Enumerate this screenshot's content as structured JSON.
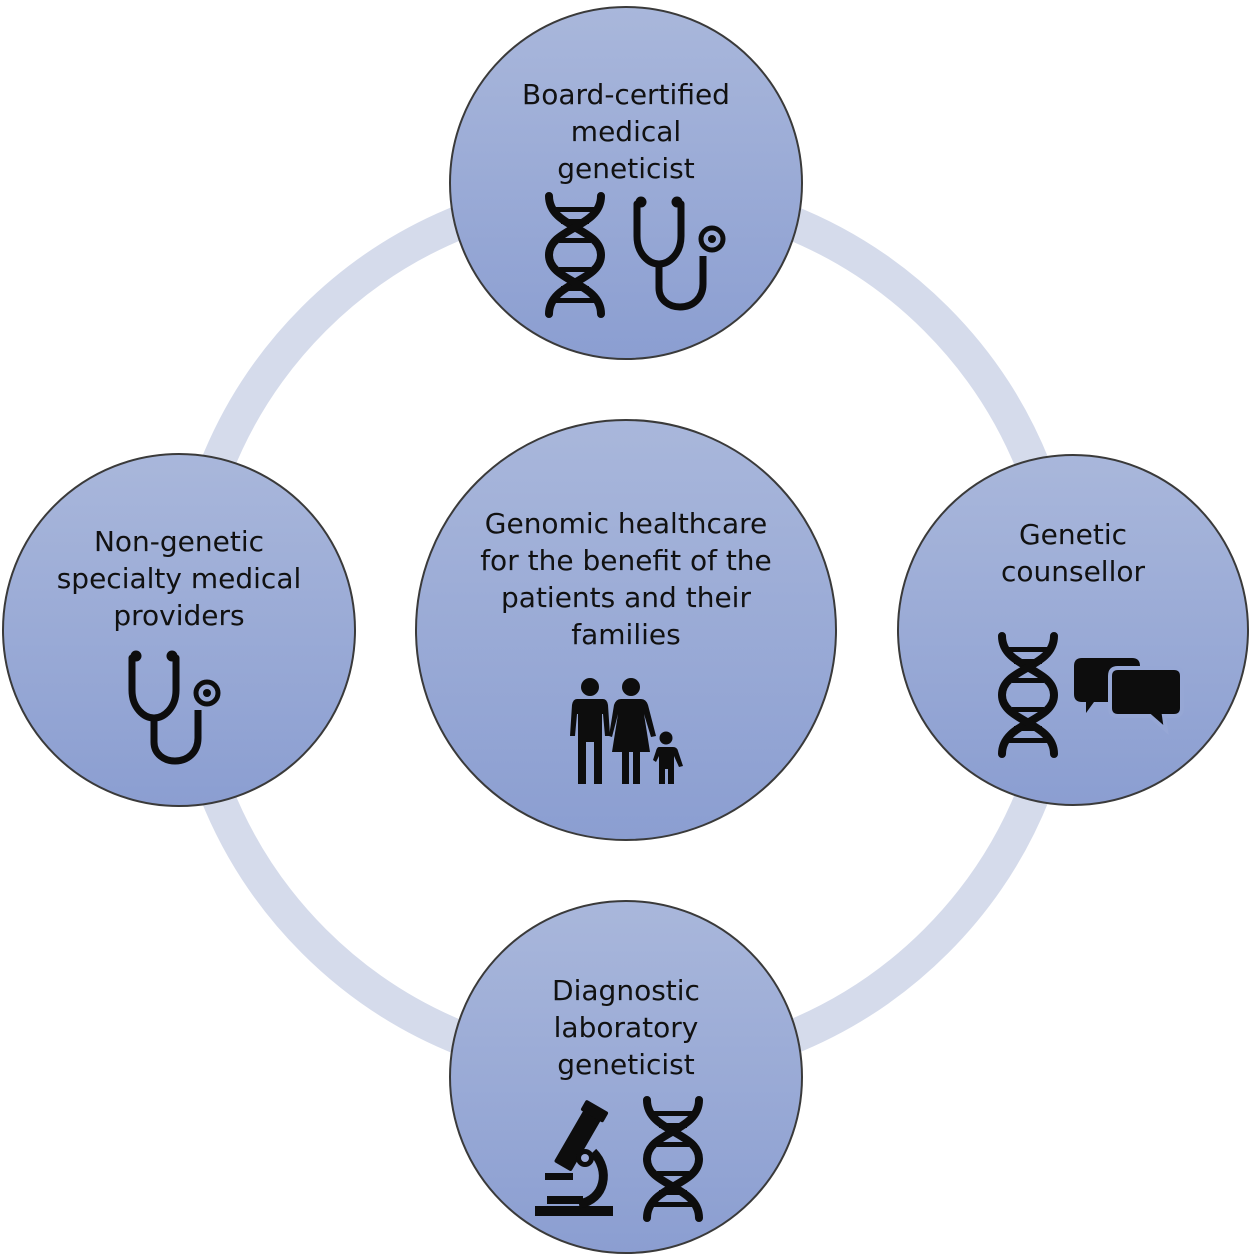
{
  "colors": {
    "ring": "#d5dbeb",
    "circle_fill_top": "#a9b7db",
    "circle_fill_bottom": "#8b9ed1",
    "circle_stroke": "#3a3a3a",
    "icon": "#0d0d0d"
  },
  "center": {
    "lines": [
      "Genomic healthcare",
      "for the benefit of the",
      "patients and their",
      "families"
    ],
    "icons": [
      "family-icon"
    ]
  },
  "top": {
    "lines": [
      "Board-certified",
      "medical",
      "geneticist"
    ],
    "icons": [
      "dna-icon",
      "stethoscope-icon"
    ]
  },
  "right": {
    "lines": [
      "Genetic",
      "counsellor"
    ],
    "icons": [
      "dna-icon",
      "speech-bubbles-icon"
    ]
  },
  "bottom": {
    "lines": [
      "Diagnostic",
      "laboratory",
      "geneticist"
    ],
    "icons": [
      "microscope-icon",
      "dna-icon"
    ]
  },
  "left": {
    "lines": [
      "Non-genetic",
      "specialty medical",
      "providers"
    ],
    "icons": [
      "stethoscope-icon"
    ]
  }
}
